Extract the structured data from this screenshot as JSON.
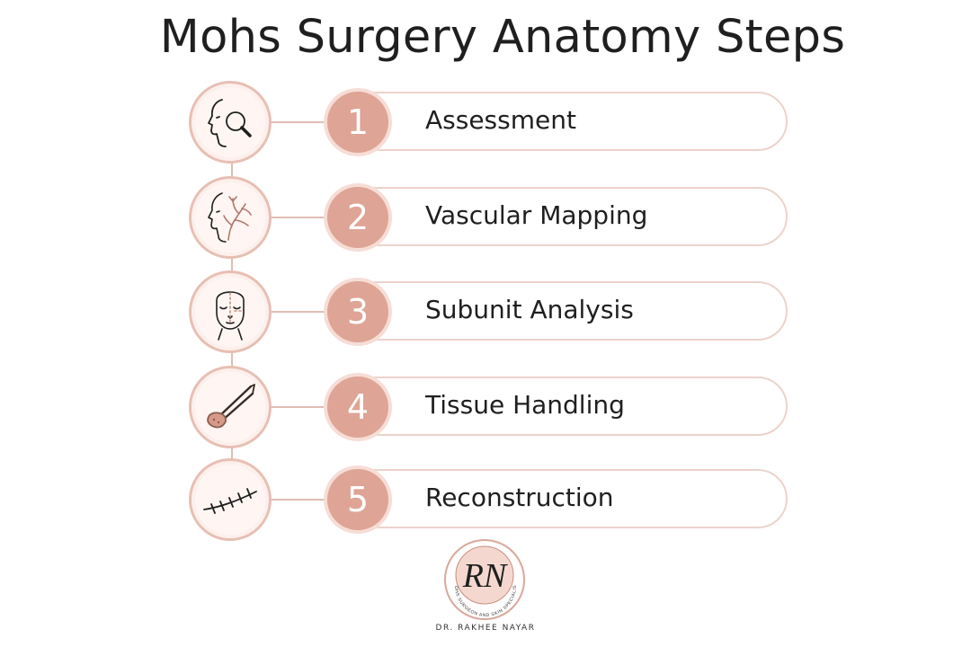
{
  "title": "Mohs Surgery Anatomy Steps",
  "colors": {
    "accent": "#dea496",
    "accent_light": "#f6ddd6",
    "border": "#ecd3cb",
    "line": "#e0bdb3"
  },
  "steps": [
    {
      "number": "1",
      "label": "Assessment",
      "icon": "face-magnifier-icon"
    },
    {
      "number": "2",
      "label": "Vascular Mapping",
      "icon": "face-vessels-icon"
    },
    {
      "number": "3",
      "label": "Subunit Analysis",
      "icon": "face-subunits-icon"
    },
    {
      "number": "4",
      "label": "Tissue Handling",
      "icon": "forceps-tissue-icon"
    },
    {
      "number": "5",
      "label": "Reconstruction",
      "icon": "sutures-icon"
    }
  ],
  "logo": {
    "monogram": "RN",
    "tagline": "MOHS SURGEON AND SKIN SPECIALIST",
    "name": "DR. RAKHEE NAYAR"
  }
}
